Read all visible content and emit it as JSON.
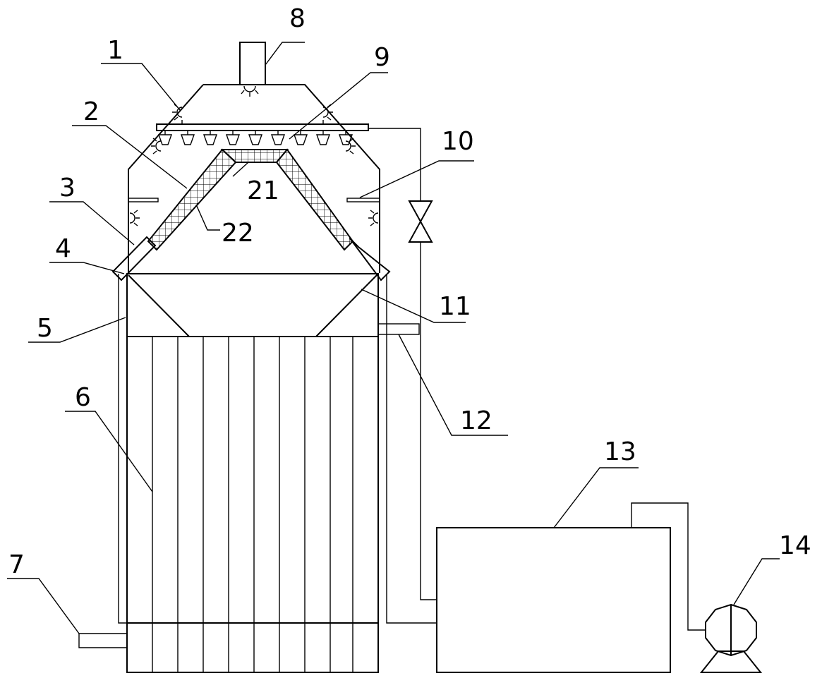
{
  "labels": {
    "l1": "1",
    "l2": "2",
    "l3": "3",
    "l4": "4",
    "l5": "5",
    "l6": "6",
    "l7": "7",
    "l8": "8",
    "l9": "9",
    "l10": "10",
    "l11": "11",
    "l12": "12",
    "l13": "13",
    "l14": "14",
    "l21": "21",
    "l22": "22"
  }
}
